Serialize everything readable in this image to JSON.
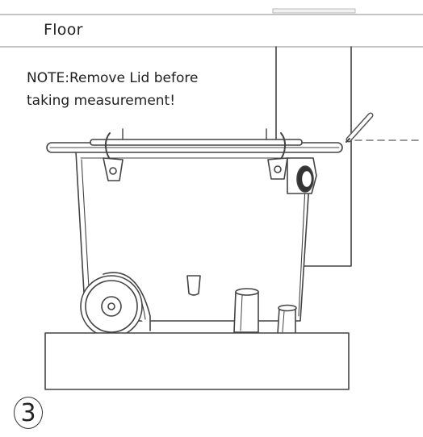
{
  "floor": {
    "label": "Floor"
  },
  "note": {
    "line1": "NOTE:Remove Lid before",
    "line2": "taking measurement!"
  },
  "step": {
    "number": "3"
  }
}
